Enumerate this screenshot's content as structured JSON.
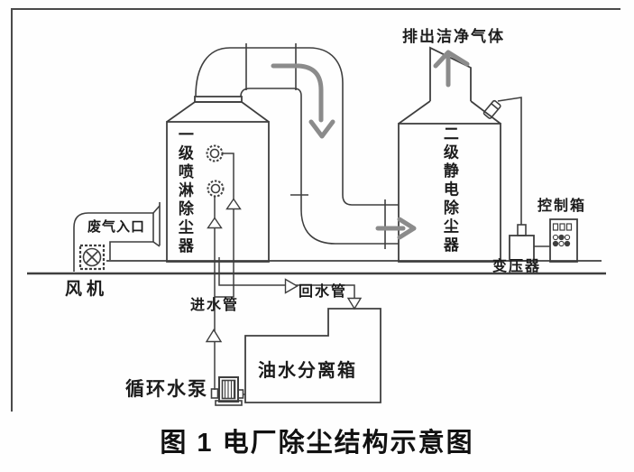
{
  "figure": {
    "caption": "图 1 电厂除尘结构示意图",
    "components": {
      "clean_gas_outlet": {
        "label": "排出洁净气体"
      },
      "waste_gas_inlet": {
        "label": "废气入口"
      },
      "fan": {
        "label": "风机"
      },
      "stage1_scrubber": {
        "label": "一级喷淋除尘器"
      },
      "stage2_esp": {
        "label": "二级静电除尘器"
      },
      "water_inlet_pipe": {
        "label": "进水管"
      },
      "water_return_pipe": {
        "label": "回水管"
      },
      "circulating_pump": {
        "label": "循环水泵"
      },
      "oil_water_separator": {
        "label": "油水分离箱"
      },
      "transformer": {
        "label": "变压器"
      },
      "control_box": {
        "label": "控制箱"
      }
    },
    "icons": [
      "fan-icon",
      "spray-nozzle-icon",
      "pump-icon",
      "flow-arrow-icon",
      "control-panel-icon",
      "transformer-box-icon"
    ],
    "colors": {
      "line": "#3f3f3f",
      "flow_arrow": "#8b8b8b",
      "text": "#1c1c1c",
      "background": "#fefefe"
    }
  }
}
